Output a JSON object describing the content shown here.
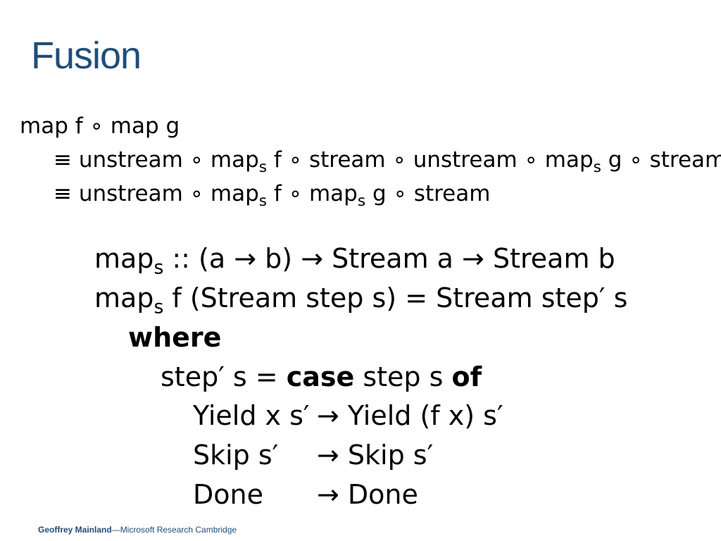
{
  "slide": {
    "title": "Fusion",
    "footer": {
      "author": "Geoffrey Mainland",
      "affiliation": "—Microsoft Research Cambridge"
    }
  },
  "fusion_eq": {
    "line1": "map f ∘ map g",
    "line2": {
      "equiv": "≡",
      "p1": "unstream ∘ map",
      "s1": "s",
      "p2": " f ∘ stream ∘ unstream ∘ map",
      "s2": "s",
      "p3": " g ∘ stream"
    },
    "line3": {
      "equiv": "≡",
      "p1": "unstream ∘ map",
      "s1": "s",
      "p2": " f ∘ map",
      "s2": "s",
      "p3": " g ∘ stream"
    }
  },
  "definition": {
    "sig": {
      "name": "map",
      "sub": "s",
      "rest": " :: (a → b) → Stream a → Stream b"
    },
    "eq": {
      "name": "map",
      "sub": "s",
      "rest": " f (Stream step s) = Stream step′ s"
    },
    "where_kw": "where",
    "step_line": {
      "lhs": "step′ s = ",
      "case_kw": "case",
      "mid": " step s ",
      "of_kw": "of"
    },
    "alts": [
      {
        "pattern": "Yield x s′",
        "result": "→ Yield (f x) s′"
      },
      {
        "pattern": "Skip s′",
        "result": "→ Skip s′"
      },
      {
        "pattern": "Done",
        "result": "→ Done"
      }
    ]
  }
}
